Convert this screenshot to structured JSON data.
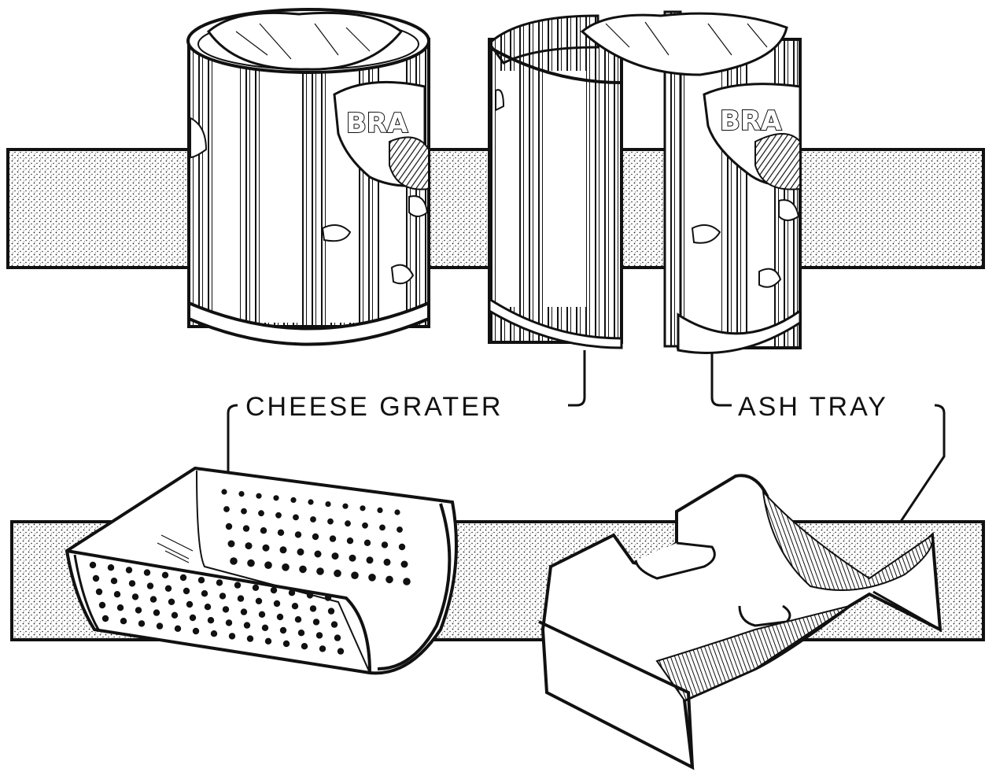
{
  "labels": {
    "cheese_grater": "CHEESE GRATER",
    "ash_tray": "ASH TRAY"
  },
  "can_label_text": "BRA",
  "colors": {
    "ink": "#111111",
    "paper": "#ffffff"
  }
}
